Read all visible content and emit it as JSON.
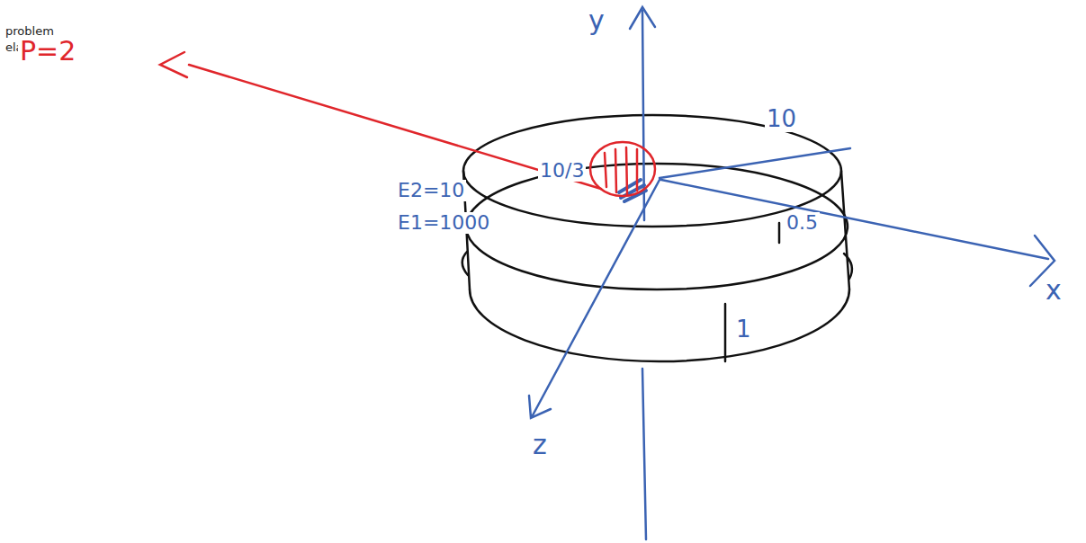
{
  "diagram": {
    "labels": [
      "problem",
      "elasticity",
      "P=2",
      "y",
      "x",
      "z",
      "10",
      "10/3",
      "E2=10",
      "E1=1000",
      "0.5",
      "1"
    ]
  }
}
